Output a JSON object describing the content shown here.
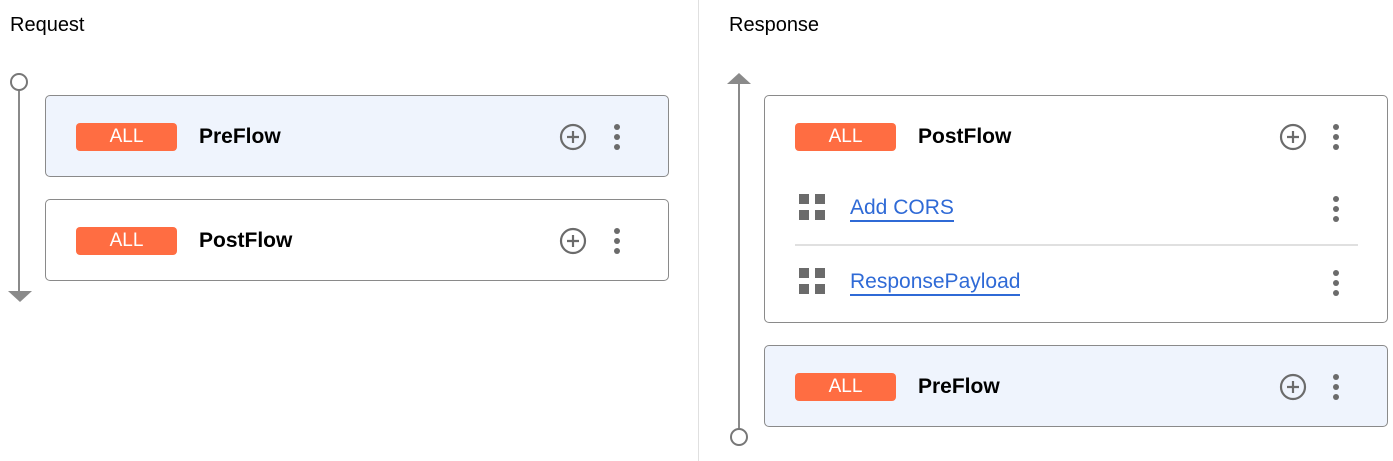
{
  "request": {
    "title": "Request",
    "flows": [
      {
        "badge": "ALL",
        "name": "PreFlow",
        "highlighted": true
      },
      {
        "badge": "ALL",
        "name": "PostFlow",
        "highlighted": false
      }
    ]
  },
  "response": {
    "title": "Response",
    "flows": [
      {
        "badge": "ALL",
        "name": "PostFlow",
        "highlighted": false,
        "steps": [
          {
            "name": "Add CORS"
          },
          {
            "name": "ResponsePayload"
          }
        ]
      },
      {
        "badge": "ALL",
        "name": "PreFlow",
        "highlighted": true
      }
    ]
  },
  "colors": {
    "badge": "#ff6d42",
    "link": "#2f6ad6",
    "highlight_bg": "#eff4fd"
  },
  "icons": {
    "add": "plus-circle-icon",
    "more": "more-vert-icon",
    "step": "policy-grid-icon"
  }
}
